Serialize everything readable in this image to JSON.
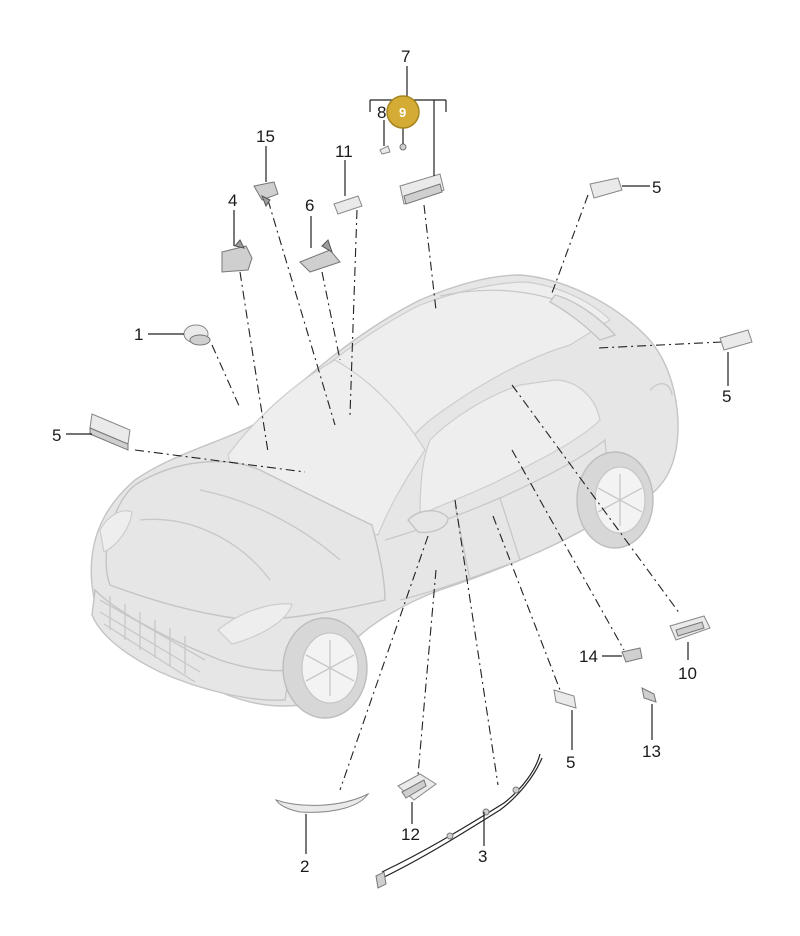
{
  "callouts": {
    "c1": "1",
    "c2": "2",
    "c3": "3",
    "c4": "4",
    "c5_top_right": "5",
    "c5_right": "5",
    "c5_left": "5",
    "c5_bottom": "5",
    "c6": "6",
    "c7": "7",
    "c8": "8",
    "c9": "9",
    "c10": "10",
    "c11": "11",
    "c12": "12",
    "c13": "13",
    "c14": "14",
    "c15": "15"
  },
  "colors": {
    "highlight": "#d4ac35",
    "car_body": "#e6e6e6",
    "leader_lines": "#222222"
  }
}
